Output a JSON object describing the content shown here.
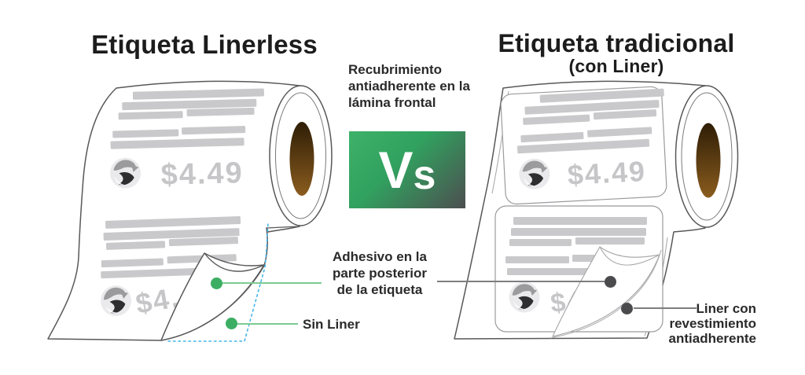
{
  "titles": {
    "left": "Etiqueta Linerless",
    "right": "Etiqueta tradicional",
    "right_sub": "(con Liner)"
  },
  "vs": {
    "v": "V",
    "s": "s"
  },
  "callouts": {
    "front_coating": "Recubrimiento antiadherente en la lámina frontal",
    "adhesive": "Adhesivo en la parte posterior de la etiqueta",
    "no_liner": "Sin Liner",
    "liner": "Liner con revestimiento antiadherente"
  },
  "label_content": {
    "price": "$4.49",
    "price_partial": "$4."
  },
  "colors": {
    "accent_green": "#3cae63",
    "line_green": "#7ccb92",
    "dashed_blue": "#45b5ea",
    "dark_dot": "#4b4b4d",
    "connector_gray": "#7d7e80",
    "bar_gray": "#c9c9cb",
    "price_gray": "#c6c6c8",
    "outline_gray": "#58585a",
    "core_brown_dark": "#2e1d06",
    "core_brown_light": "#8a5c1e",
    "vs_green": "#3eb169",
    "vs_gray": "#4d4e50",
    "title_text": "#1c1c1c"
  }
}
